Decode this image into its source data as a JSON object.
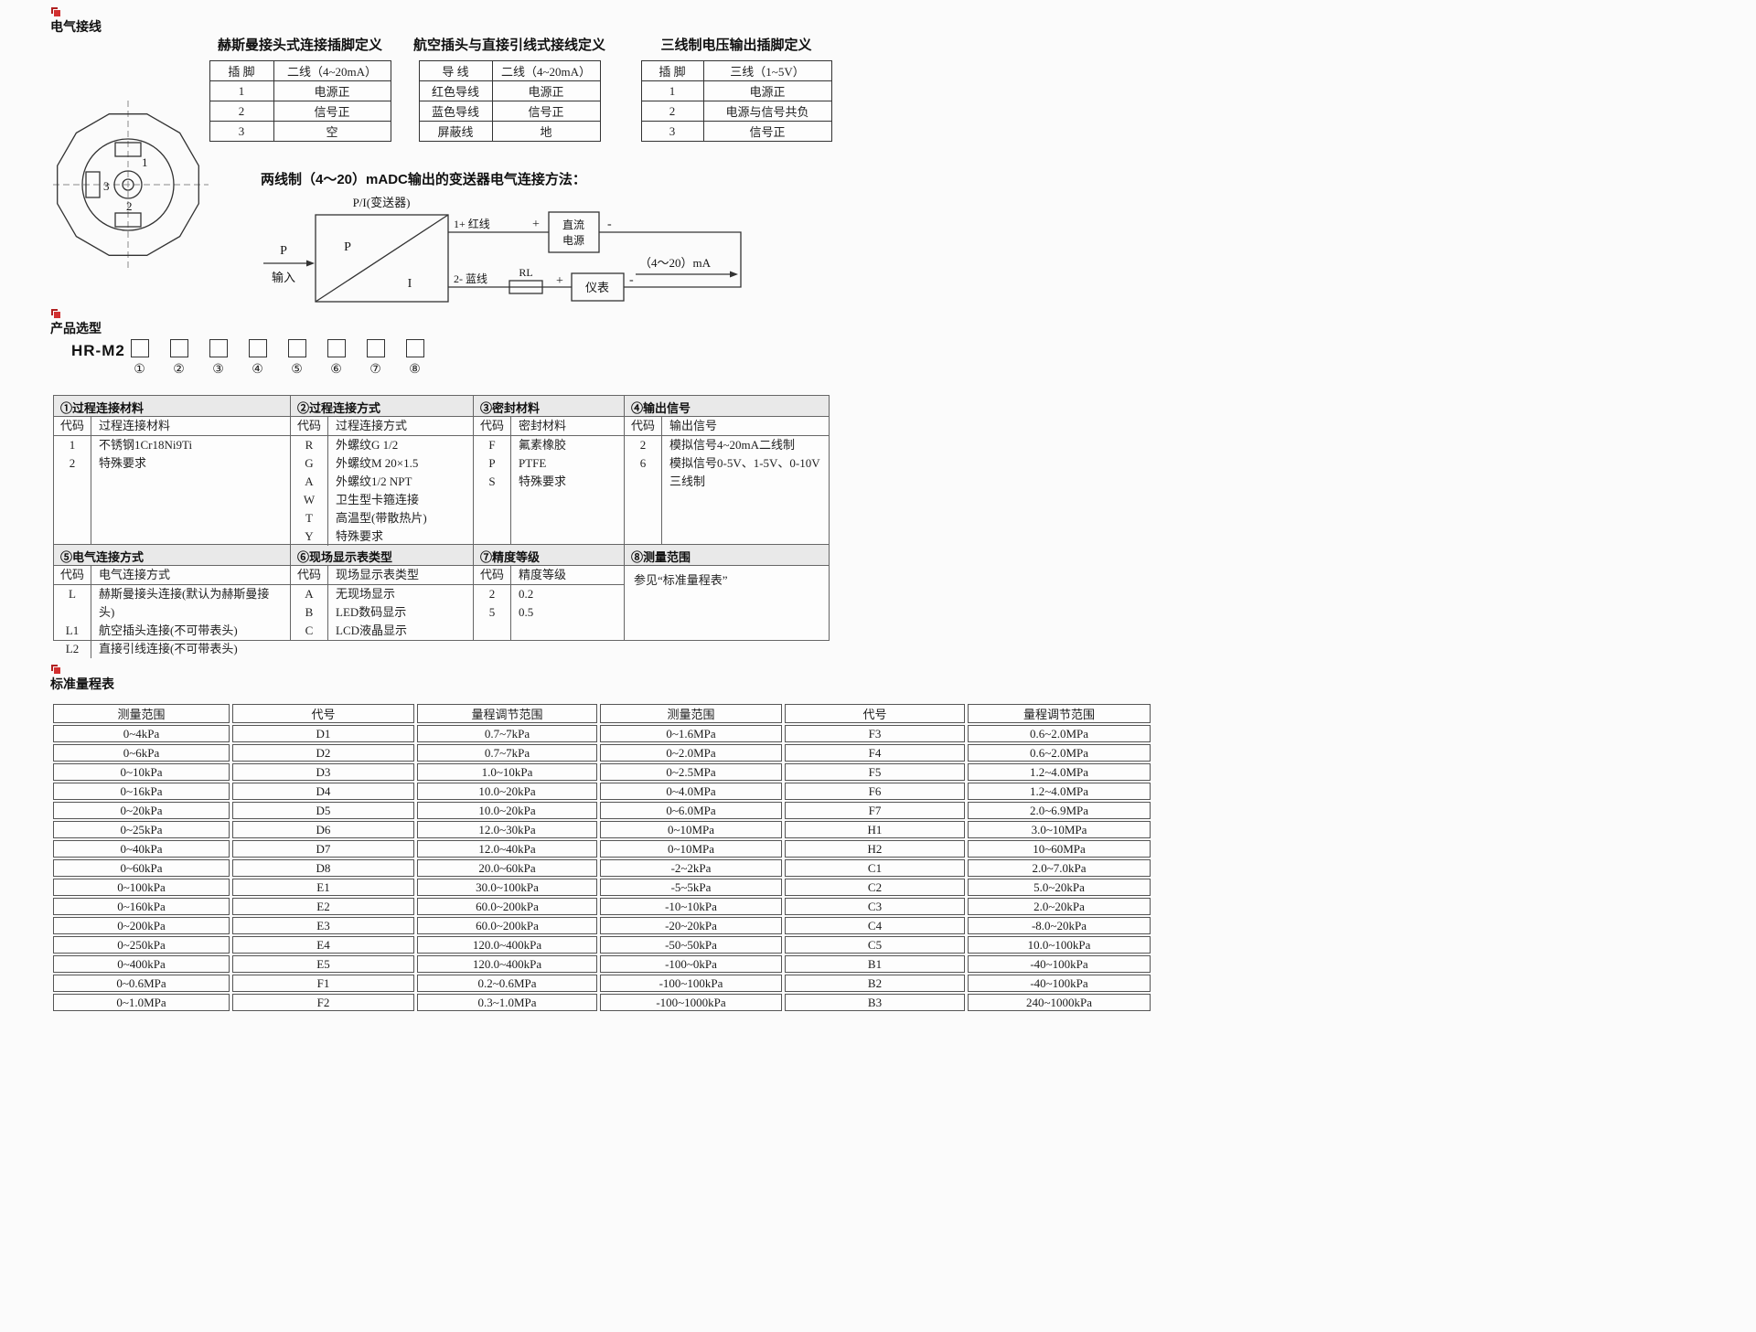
{
  "page": {
    "bg_color": "#fbfbfb",
    "accent_red": "#b02020"
  },
  "wiring": {
    "section_title": "电气接线",
    "pin_tables": [
      {
        "title": "赫斯曼接头式连接插脚定义",
        "headers": [
          "插 脚",
          "二线（4~20mA）"
        ],
        "rows": [
          [
            "1",
            "电源正"
          ],
          [
            "2",
            "信号正"
          ],
          [
            "3",
            "空"
          ]
        ]
      },
      {
        "title": "航空插头与直接引线式接线定义",
        "headers": [
          "导 线",
          "二线（4~20mA）"
        ],
        "rows": [
          [
            "红色导线",
            "电源正"
          ],
          [
            "蓝色导线",
            "信号正"
          ],
          [
            "屏蔽线",
            "地"
          ]
        ]
      },
      {
        "title": "三线制电压输出插脚定义",
        "headers": [
          "插 脚",
          "三线（1~5V）"
        ],
        "rows": [
          [
            "1",
            "电源正"
          ],
          [
            "2",
            "电源与信号共负"
          ],
          [
            "3",
            "信号正"
          ]
        ]
      }
    ],
    "connector_pin_labels": [
      "1",
      "2",
      "3"
    ],
    "diagram": {
      "title": "两线制（4～20）mADC输出的变送器电气连接方法：",
      "transmitter_caption": "P/I(变送器)",
      "p_label": "P",
      "i_label": "I",
      "input_top": "P",
      "input_bottom": "输入",
      "wire_top": "1+ 红线",
      "wire_bottom": "2- 蓝线",
      "plus": "+",
      "minus": "-",
      "rl_label": "RL",
      "dc_line1": "直流",
      "dc_line2": "电源",
      "meter_label": "仪表",
      "output_label": "（4～20）mA"
    }
  },
  "selection": {
    "section_title": "产品选型",
    "model": "HR-M2",
    "positions": [
      "①",
      "②",
      "③",
      "④",
      "⑤",
      "⑥",
      "⑦",
      "⑧"
    ],
    "tables": [
      {
        "title": "①过程连接材料",
        "headers": [
          "代码",
          "过程连接材料"
        ],
        "rows": [
          [
            "1",
            "不锈钢1Cr18Ni9Ti"
          ],
          [
            "2",
            "特殊要求"
          ]
        ]
      },
      {
        "title": "②过程连接方式",
        "headers": [
          "代码",
          "过程连接方式"
        ],
        "rows": [
          [
            "R",
            "外螺纹G 1/2"
          ],
          [
            "G",
            "外螺纹M 20×1.5"
          ],
          [
            "A",
            "外螺纹1/2 NPT"
          ],
          [
            "W",
            "卫生型卡箍连接"
          ],
          [
            "T",
            "高温型(带散热片)"
          ],
          [
            "Y",
            "特殊要求"
          ]
        ]
      },
      {
        "title": "③密封材料",
        "headers": [
          "代码",
          "密封材料"
        ],
        "rows": [
          [
            "F",
            "氟素橡胶"
          ],
          [
            "P",
            "PTFE"
          ],
          [
            "S",
            "特殊要求"
          ]
        ]
      },
      {
        "title": "④输出信号",
        "headers": [
          "代码",
          "输出信号"
        ],
        "rows": [
          [
            "2",
            "模拟信号4~20mA二线制"
          ],
          [
            "6",
            "模拟信号0-5V、1-5V、0-10V 三线制"
          ]
        ]
      },
      {
        "title": "⑤电气连接方式",
        "headers": [
          "代码",
          "电气连接方式"
        ],
        "rows": [
          [
            "L",
            "赫斯曼接头连接(默认为赫斯曼接头)"
          ],
          [
            "L1",
            "航空插头连接(不可带表头)"
          ],
          [
            "L2",
            "直接引线连接(不可带表头)"
          ]
        ]
      },
      {
        "title": "⑥现场显示表类型",
        "headers": [
          "代码",
          "现场显示表类型"
        ],
        "rows": [
          [
            "A",
            "无现场显示"
          ],
          [
            "B",
            "LED数码显示"
          ],
          [
            "C",
            "LCD液晶显示"
          ]
        ]
      },
      {
        "title": "⑦精度等级",
        "headers": [
          "代码",
          "精度等级"
        ],
        "rows": [
          [
            "2",
            "0.2"
          ],
          [
            "5",
            "0.5"
          ]
        ]
      }
    ],
    "range_ref": {
      "title": "⑧测量范围",
      "note": "参见“标准量程表”"
    }
  },
  "range_table": {
    "section_title": "标准量程表",
    "headers": [
      "测量范围",
      "代号",
      "量程调节范围",
      "测量范围",
      "代号",
      "量程调节范围"
    ],
    "rows": [
      [
        "0~4kPa",
        "D1",
        "0.7~7kPa",
        "0~1.6MPa",
        "F3",
        "0.6~2.0MPa"
      ],
      [
        "0~6kPa",
        "D2",
        "0.7~7kPa",
        "0~2.0MPa",
        "F4",
        "0.6~2.0MPa"
      ],
      [
        "0~10kPa",
        "D3",
        "1.0~10kPa",
        "0~2.5MPa",
        "F5",
        "1.2~4.0MPa"
      ],
      [
        "0~16kPa",
        "D4",
        "10.0~20kPa",
        "0~4.0MPa",
        "F6",
        "1.2~4.0MPa"
      ],
      [
        "0~20kPa",
        "D5",
        "10.0~20kPa",
        "0~6.0MPa",
        "F7",
        "2.0~6.9MPa"
      ],
      [
        "0~25kPa",
        "D6",
        "12.0~30kPa",
        "0~10MPa",
        "H1",
        "3.0~10MPa"
      ],
      [
        "0~40kPa",
        "D7",
        "12.0~40kPa",
        "0~10MPa",
        "H2",
        "10~60MPa"
      ],
      [
        "0~60kPa",
        "D8",
        "20.0~60kPa",
        "-2~2kPa",
        "C1",
        "2.0~7.0kPa"
      ],
      [
        "0~100kPa",
        "E1",
        "30.0~100kPa",
        "-5~5kPa",
        "C2",
        "5.0~20kPa"
      ],
      [
        "0~160kPa",
        "E2",
        "60.0~200kPa",
        "-10~10kPa",
        "C3",
        "2.0~20kPa"
      ],
      [
        "0~200kPa",
        "E3",
        "60.0~200kPa",
        "-20~20kPa",
        "C4",
        "-8.0~20kPa"
      ],
      [
        "0~250kPa",
        "E4",
        "120.0~400kPa",
        "-50~50kPa",
        "C5",
        "10.0~100kPa"
      ],
      [
        "0~400kPa",
        "E5",
        "120.0~400kPa",
        "-100~0kPa",
        "B1",
        "-40~100kPa"
      ],
      [
        "0~0.6MPa",
        "F1",
        "0.2~0.6MPa",
        "-100~100kPa",
        "B2",
        "-40~100kPa"
      ],
      [
        "0~1.0MPa",
        "F2",
        "0.3~1.0MPa",
        "-100~1000kPa",
        "B3",
        "240~1000kPa"
      ]
    ]
  }
}
